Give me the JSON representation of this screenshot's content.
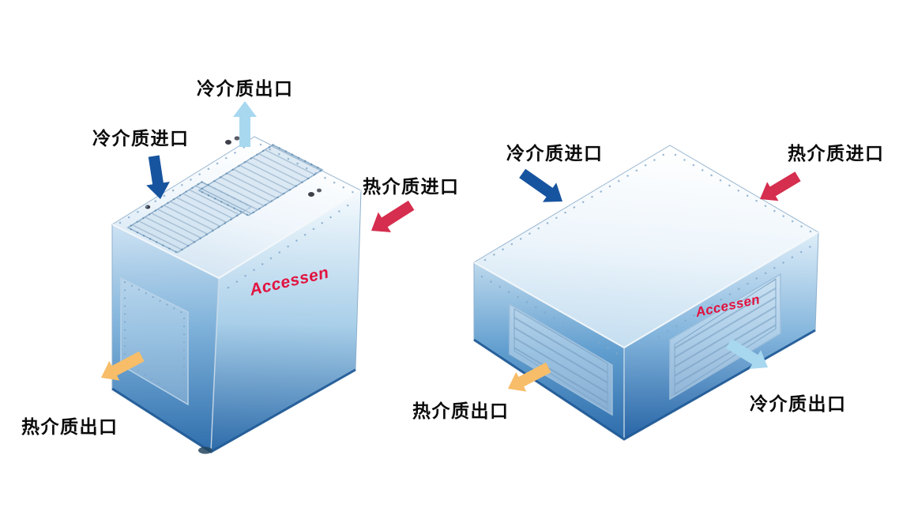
{
  "page": {
    "background": "#ffffff"
  },
  "brand": {
    "name": "Accessen",
    "color": "#e2123f"
  },
  "arrow_colors": {
    "cold_inlet": "#17549f",
    "cold_outlet": "#a7d8ef",
    "hot_inlet": "#d52e4e",
    "hot_outlet": "#f7bd69"
  },
  "units": {
    "left": {
      "labels": {
        "cold_outlet": "冷介质出口",
        "cold_inlet": "冷介质进口",
        "hot_inlet": "热介质进口",
        "hot_outlet": "热介质出口"
      }
    },
    "right": {
      "labels": {
        "cold_inlet": "冷介质进口",
        "hot_inlet": "热介质进口",
        "hot_outlet": "热介质出口",
        "cold_outlet": "冷介质出口"
      }
    }
  }
}
